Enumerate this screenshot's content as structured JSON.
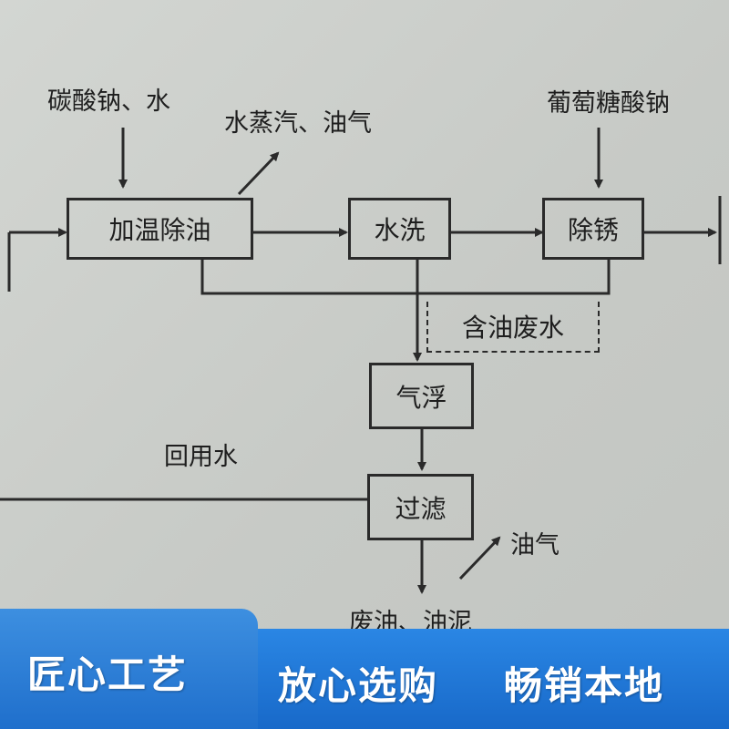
{
  "diagram": {
    "inputs": {
      "reagent_1": "碳酸钠、水",
      "steam_out": "水蒸汽、油气",
      "reagent_2": "葡萄糖酸钠"
    },
    "steps": {
      "degrease": "加温除油",
      "wash": "水洗",
      "derust": "除锈",
      "flotation": "气浮",
      "filter": "过滤"
    },
    "oily_wastewater": "含油废水",
    "reuse_water": "回用水",
    "oil_gas": "油气",
    "waste_oil": "废油、油泥"
  },
  "banner": {
    "left_text": "匠心工艺",
    "right_text_1": "放心选购",
    "right_text_2": "畅销本地",
    "colors": {
      "left": "#2f80d8",
      "right": "#1f77d6",
      "text": "#ffffff"
    }
  }
}
